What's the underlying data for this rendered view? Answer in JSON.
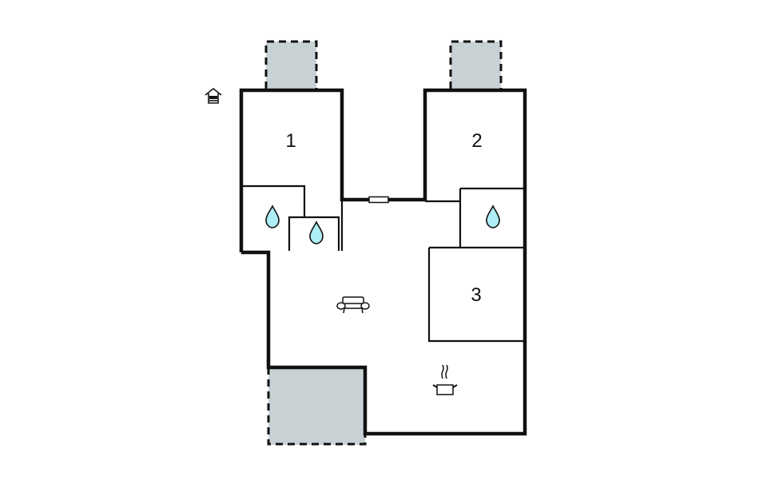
{
  "diagram": {
    "type": "floor-plan",
    "colors": {
      "wall": "#111111",
      "terrace_fill": "#c8d2d4",
      "water_fill": "#aeeef5",
      "background": "#ffffff"
    },
    "entrance_icon": "house-entrance-icon",
    "rooms": [
      {
        "id": "bedroom-1",
        "label": "1",
        "kind": "bedroom"
      },
      {
        "id": "bedroom-2",
        "label": "2",
        "kind": "bedroom"
      },
      {
        "id": "bedroom-3",
        "label": "3",
        "kind": "bedroom"
      },
      {
        "id": "bathroom-1",
        "label": "",
        "kind": "bathroom",
        "icon": "water-drop-icon"
      },
      {
        "id": "bathroom-2",
        "label": "",
        "kind": "bathroom",
        "icon": "water-drop-icon"
      },
      {
        "id": "bathroom-3",
        "label": "",
        "kind": "bathroom",
        "icon": "water-drop-icon"
      },
      {
        "id": "living-room",
        "label": "",
        "kind": "living",
        "icon": "sofa-icon"
      },
      {
        "id": "kitchen",
        "label": "",
        "kind": "kitchen",
        "icon": "cooking-pot-icon"
      }
    ],
    "terraces": [
      {
        "id": "terrace-top-left",
        "kind": "outdoor"
      },
      {
        "id": "terrace-top-right",
        "kind": "outdoor"
      },
      {
        "id": "terrace-bottom-left",
        "kind": "outdoor"
      }
    ],
    "window_symbol": "window-icon"
  }
}
